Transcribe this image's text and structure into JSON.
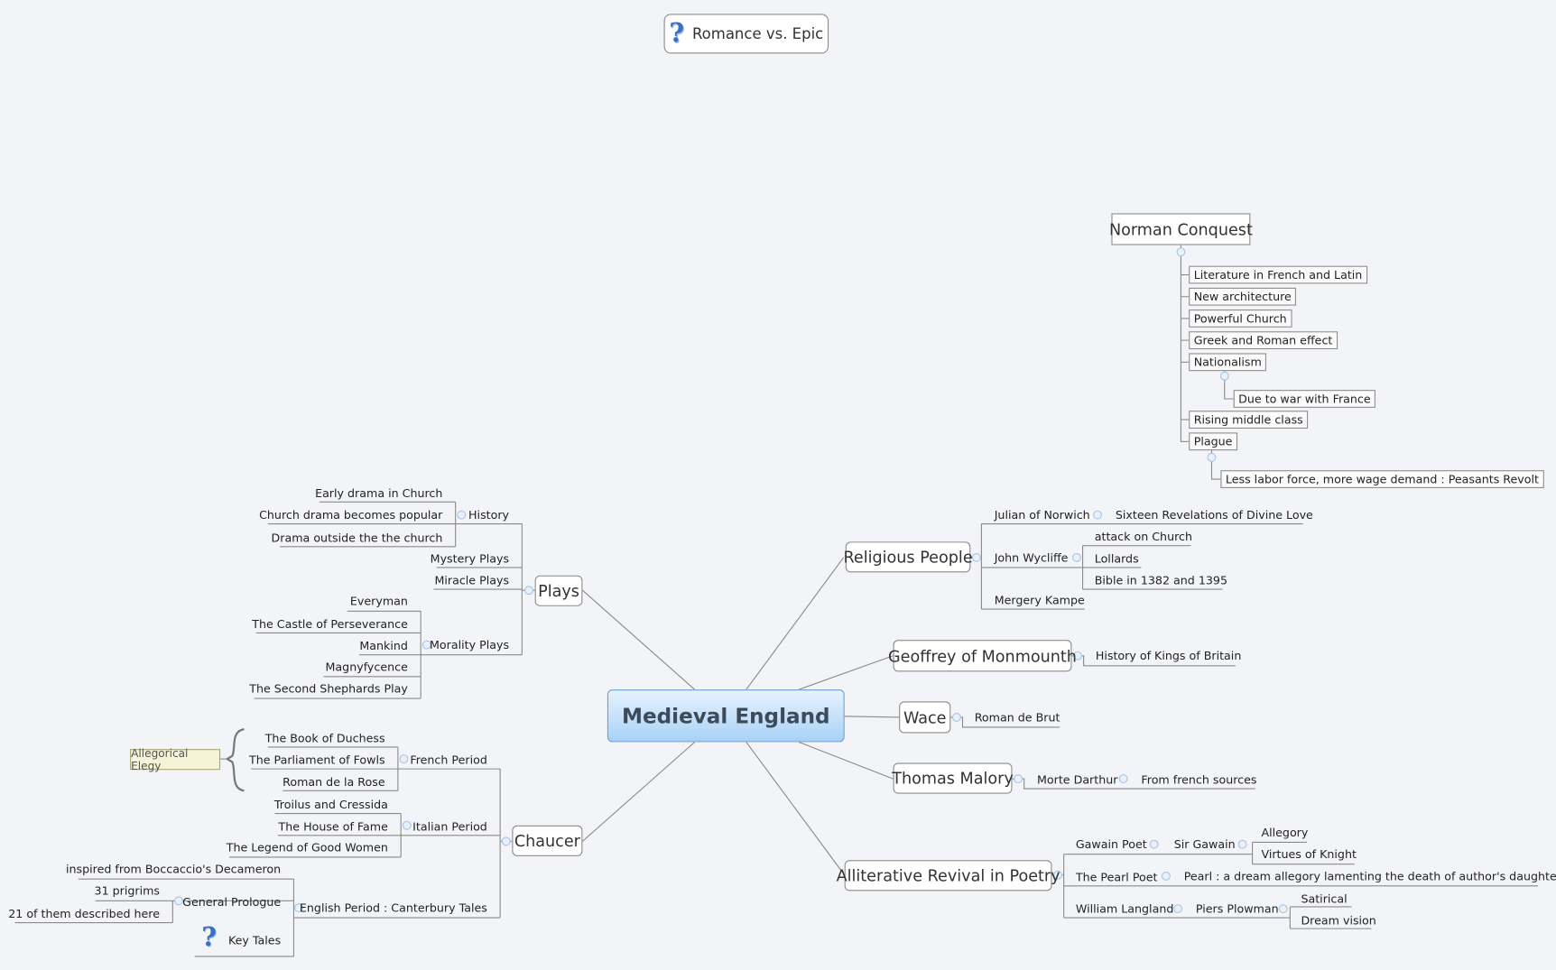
{
  "floating_topic": {
    "label": "Romance vs. Epic",
    "icon": "question-icon"
  },
  "central": {
    "label": "Medieval England",
    "color": "#a9d2f7"
  },
  "norman_conquest": {
    "label": "Norman Conquest",
    "items": [
      "Literature in French and Latin",
      "New architecture",
      "Powerful Church",
      "Greek and Roman effect",
      "Nationalism",
      "Rising middle class",
      "Plague"
    ],
    "nationalism_child": "Due to war with France",
    "plague_child": "Less labor force, more wage demand : Peasants Revolt"
  },
  "religious_people": {
    "label": "Religious People",
    "julian": "Julian of Norwich",
    "julian_work": "Sixteen Revelations of Divine Love",
    "wycliffe": "John Wycliffe",
    "wycliffe_items": [
      "attack on Church",
      "Lollards",
      "Bible in 1382 and 1395"
    ],
    "kampe": "Mergery Kampe"
  },
  "geoffrey": {
    "label": "Geoffrey of Monmounth",
    "work": "History of Kings of Britain"
  },
  "wace": {
    "label": "Wace",
    "work": "Roman de Brut"
  },
  "malory": {
    "label": "Thomas Malory",
    "work": "Morte Darthur",
    "note": "From french sources"
  },
  "alliterative": {
    "label": "Alliterative Revival in Poetry",
    "gawain_poet": "Gawain Poet",
    "sir_gawain": "Sir Gawain",
    "sir_gawain_items": [
      "Allegory",
      "Virtues of Knight"
    ],
    "pearl_poet": "The Pearl Poet",
    "pearl": "Pearl : a dream allegory lamenting the death of author's daughter",
    "langland": "William Langland",
    "piers": "Piers Plowman",
    "piers_items": [
      "Satirical",
      "Dream vision"
    ]
  },
  "plays": {
    "label": "Plays",
    "history": "History",
    "history_items": [
      "Early drama in Church",
      "Church drama becomes popular",
      "Drama outside the the church"
    ],
    "mystery": "Mystery Plays",
    "miracle": "Miracle Plays",
    "morality": "Morality Plays",
    "morality_items": [
      "Everyman",
      "The Castle of Perseverance",
      "Mankind",
      "Magnyfycence",
      "The Second Shephards Play"
    ]
  },
  "chaucer": {
    "label": "Chaucer",
    "french": "French Period",
    "french_items": [
      "The Book of Duchess",
      "The Parliament of Fowls",
      "Roman de la Rose"
    ],
    "elegy": "Allegorical Elegy",
    "italian": "Italian Period",
    "italian_items": [
      "Troilus and Cressida",
      "The House of Fame",
      "The Legend of Good Women"
    ],
    "english": "English Period : Canterbury Tales",
    "inspired": "inspired from Boccaccio's Decameron",
    "prologue": "General Prologue",
    "prologue_items": [
      "31 prigrims",
      "21 of them described here"
    ],
    "key_tales": "Key Tales"
  }
}
